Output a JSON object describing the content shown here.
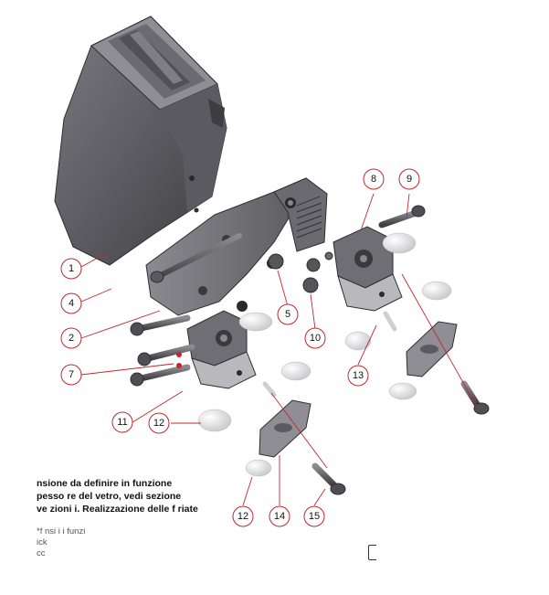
{
  "callouts": [
    {
      "label": "1"
    },
    {
      "label": "4"
    },
    {
      "label": "2"
    },
    {
      "label": "7"
    },
    {
      "label": "11"
    },
    {
      "label": "12"
    },
    {
      "label": "5"
    },
    {
      "label": "10"
    },
    {
      "label": "8"
    },
    {
      "label": "9"
    },
    {
      "label": "13"
    },
    {
      "label": "12"
    },
    {
      "label": "14"
    },
    {
      "label": "15"
    }
  ],
  "notes": {
    "line1": "nsione da definire in funzione",
    "line2": "pesso   re del vetro, vedi sezione",
    "line3": "ve  zioni i. Realizzazione delle f   riate",
    "line4": "*f   nsi         i   i  funzi",
    "line5": "ick",
    "line6": "cc"
  },
  "colors": {
    "callout_circle": "#c0282d",
    "leader_line": "#c0282d",
    "part_dark": "#4a4a4e",
    "part_mid": "#6e6e73",
    "part_light": "#9a9aa0",
    "cap_white": "#e6e6e8"
  }
}
